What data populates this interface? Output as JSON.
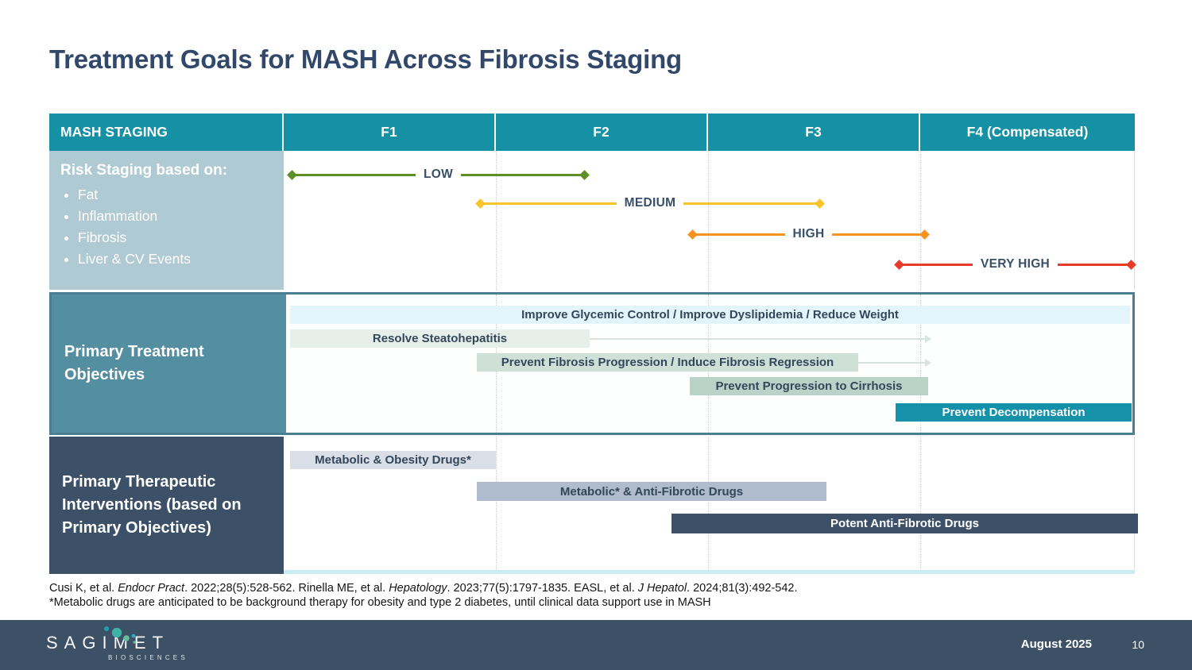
{
  "title": "Treatment Goals for MASH Across Fibrosis Staging",
  "table": {
    "header": {
      "staging_label": "MASH STAGING",
      "columns": [
        "F1",
        "F2",
        "F3",
        "F4 (Compensated)"
      ]
    },
    "risk_row": {
      "heading": "Risk Staging based on:",
      "bullets": [
        "Fat",
        "Inflammation",
        "Fibrosis",
        "Liver & CV Events"
      ],
      "arrows": [
        {
          "label": "LOW",
          "color": "#5E8E26",
          "span": "F1 to mid-F2"
        },
        {
          "label": "MEDIUM",
          "color": "#F9C32B",
          "span": "late-F1 to mid-F3"
        },
        {
          "label": "HIGH",
          "color": "#F79320",
          "span": "mid-F2 to F4 start"
        },
        {
          "label": "VERY HIGH",
          "color": "#E73A28",
          "span": "mid-F3 to F4 end"
        }
      ]
    },
    "objectives_row": {
      "label": "Primary Treatment Objectives",
      "bars": [
        {
          "label": "Improve Glycemic Control / Improve Dyslipidemia / Reduce Weight",
          "color": "#E1F5FB"
        },
        {
          "label": "Resolve Steatohepatitis",
          "color": "#E7EFEA"
        },
        {
          "label": "Prevent Fibrosis Progression / Induce Fibrosis Regression",
          "color": "#CFE0D7"
        },
        {
          "label": "Prevent Progression to Cirrhosis",
          "color": "#B9D3C8"
        },
        {
          "label": "Prevent Decompensation",
          "color": "#1591A9"
        }
      ]
    },
    "interventions_row": {
      "label": "Primary Therapeutic Interventions (based on Primary Objectives)",
      "bars": [
        {
          "label": "Metabolic & Obesity Drugs*",
          "color": "#D9DEE7"
        },
        {
          "label": "Metabolic* & Anti-Fibrotic Drugs",
          "color": "#AEBCCD"
        },
        {
          "label": "Potent Anti-Fibrotic Drugs",
          "color": "#3C5168"
        }
      ]
    }
  },
  "citations": {
    "line1_parts": [
      {
        "text": "Cusi K, et al. "
      },
      {
        "text": "Endocr Pract",
        "italic": true
      },
      {
        "text": ". 2022;28(5):528-562. Rinella ME, et al. "
      },
      {
        "text": "Hepatology",
        "italic": true
      },
      {
        "text": ". 2023;77(5):1797-1835. EASL, et al. "
      },
      {
        "text": "J Hepatol",
        "italic": true
      },
      {
        "text": ". 2024;81(3):492-542."
      }
    ],
    "line2": "*Metabolic drugs are anticipated to be background therapy for obesity and type 2 diabetes, until clinical data support use in MASH"
  },
  "footer": {
    "logo_name": "SAGIMET",
    "logo_sub": "BIOSCIENCES",
    "date": "August 2025",
    "page": "10"
  },
  "colors": {
    "header_teal": "#1590A4",
    "risk_cell_bg": "#AFCAD3",
    "objectives_cell_bg": "#548EA1",
    "objectives_border": "#4A7E92",
    "interventions_cell_bg": "#3C5168",
    "title_text": "#31486B",
    "footer_bar": "#3D5166",
    "decompensation_bar": "#1591A9"
  }
}
